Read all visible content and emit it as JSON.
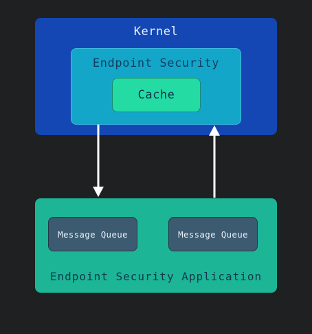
{
  "diagram": {
    "kernel": {
      "label": "Kernel"
    },
    "endpoint_security": {
      "label": "Endpoint Security"
    },
    "cache": {
      "label": "Cache"
    },
    "application": {
      "label": "Endpoint Security Application",
      "queues": [
        {
          "label": "Message Queue"
        },
        {
          "label": "Message Queue"
        }
      ]
    }
  },
  "colors": {
    "background": "#1f2022",
    "kernel": "#1447b3",
    "endpoint_security": "#13a6c8",
    "cache": "#23dba3",
    "application": "#1cb596",
    "message_queue": "#3c5a70",
    "arrow": "#ffffff"
  }
}
